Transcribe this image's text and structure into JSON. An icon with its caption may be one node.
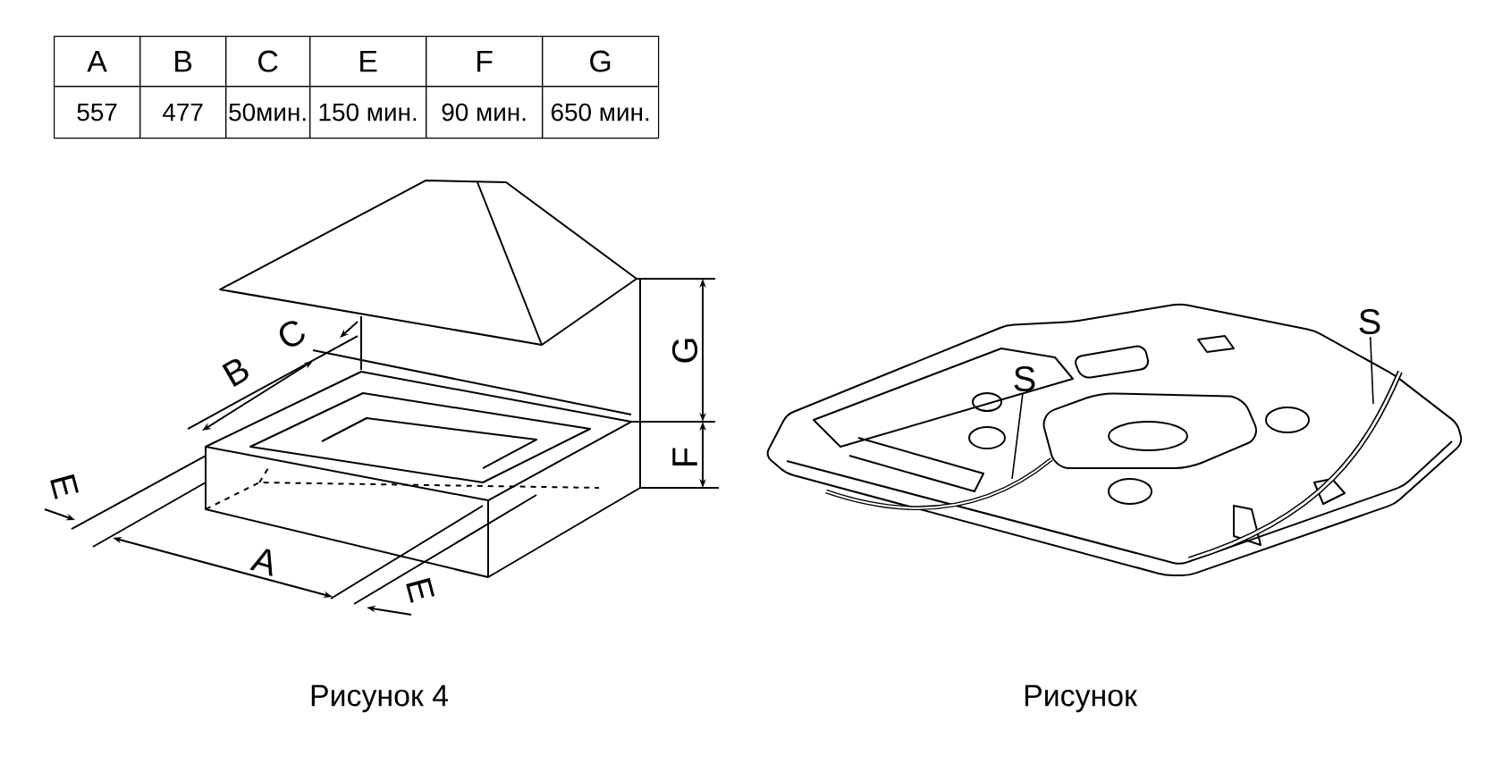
{
  "diagram": {
    "nodes": [
      {
        "text": [
          "S"
        ]
      },
      {
        "text": [
          "S"
        ]
      }
    ],
    "edges": [
      {
        "from": 0,
        "to": null,
        "arrow": "none"
      },
      {
        "from": 1,
        "to": null,
        "arrow": "none"
      }
    ],
    "labels": [
      "A",
      "B",
      "C",
      "E",
      "F",
      "G",
      "557",
      "477",
      "50мин.",
      "150 мин.",
      "90 мин.",
      "650 мин.",
      "C",
      "B",
      "G",
      "F",
      "E",
      "A",
      "E",
      "Рисунок 4",
      "Рисунок"
    ]
  }
}
